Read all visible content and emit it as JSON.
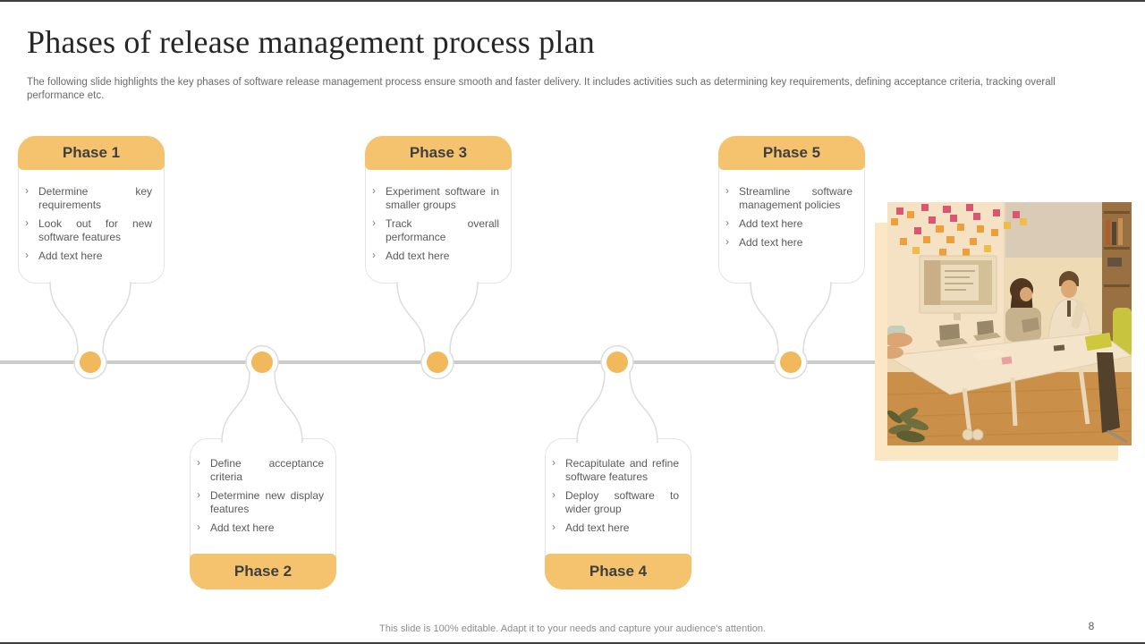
{
  "slide": {
    "title": "Phases of release management process plan",
    "subtitle": "The following slide highlights the key phases of software release management process ensure smooth and faster delivery. It includes activities such as determining key requirements, defining acceptance criteria, tracking overall performance etc.",
    "footer_note": "This slide is 100% editable. Adapt it to your needs and capture your audience's attention.",
    "page_number": "8",
    "bullet_glyph": "›"
  },
  "phases": [
    {
      "label": "Phase 1",
      "position": "top",
      "items": [
        "Determine key requirements",
        "Look out for new software features",
        "Add text here"
      ]
    },
    {
      "label": "Phase 2",
      "position": "bottom",
      "items": [
        "Define acceptance criteria",
        "Determine new display features",
        "Add text here"
      ]
    },
    {
      "label": "Phase 3",
      "position": "top",
      "items": [
        "Experiment software in smaller groups",
        "Track overall performance",
        "Add text here"
      ]
    },
    {
      "label": "Phase 4",
      "position": "bottom",
      "items": [
        "Recapitulate and refine software features",
        "Deploy software to wider group",
        "Add text here"
      ]
    },
    {
      "label": "Phase 5",
      "position": "top",
      "items": [
        "Streamline software management policies",
        "Add text here",
        "Add text here"
      ]
    }
  ],
  "photo": {
    "description": "Team meeting in office with sticky notes wall, monitor, laptops and white table"
  },
  "colors": {
    "accent_orange": "#F5C36D",
    "node_orange": "#F1B95B",
    "timeline_gray": "#CBCBCB",
    "photo_mat": "#FAE7C4",
    "title_text": "#262626",
    "body_text": "#5A5A5A"
  }
}
